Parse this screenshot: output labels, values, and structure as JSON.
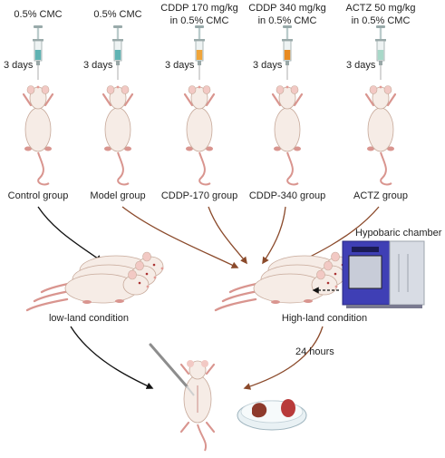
{
  "groups": [
    {
      "id": "control",
      "treatment": "0.5% CMC",
      "duration": "3 days",
      "group_label": "Control group",
      "syringe_color": "#5fb3b3"
    },
    {
      "id": "model",
      "treatment": "0.5% CMC",
      "duration": "3 days",
      "group_label": "Model group",
      "syringe_color": "#5fb3b3"
    },
    {
      "id": "cddp170",
      "treatment": "CDDP 170 mg/kg\nin 0.5% CMC",
      "duration": "3 days",
      "group_label": "CDDP-170 group",
      "syringe_color": "#f0a53a"
    },
    {
      "id": "cddp340",
      "treatment": "CDDP 340 mg/kg\nin 0.5% CMC",
      "duration": "3 days",
      "group_label": "CDDP-340 group",
      "syringe_color": "#e88a20"
    },
    {
      "id": "actz",
      "treatment": "ACTZ 50 mg/kg\nin 0.5% CMC",
      "duration": "3 days",
      "group_label": "ACTZ group",
      "syringe_color": "#a8d8c8"
    }
  ],
  "conditions": {
    "low": "low-land condition",
    "high": "High-land condition"
  },
  "chamber_label": "Hypobaric chamber",
  "time_label": "24 hours",
  "colors": {
    "arrow_black": "#111111",
    "arrow_brown": "#8b4a2b",
    "rat_body": "#f6ece6",
    "rat_outline": "#c7a99a",
    "rat_tail": "#d9958f",
    "chamber": "#3f3fb5"
  }
}
